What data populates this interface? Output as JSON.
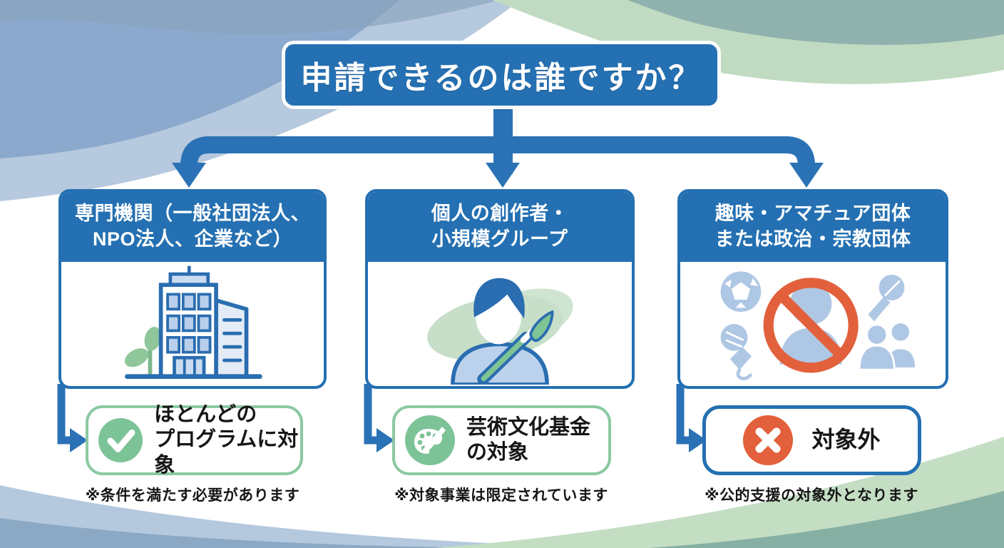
{
  "title": "申請できるのは誰ですか？",
  "columns": [
    {
      "header_line1": "専門機関（一般社団法人、",
      "header_line2": "NPO法人、企業など）",
      "icon": "building-icon",
      "result": {
        "icon": "check-icon",
        "line1": "ほとんどの",
        "line2": "プログラムに対象"
      },
      "footnote": "※条件を満たす必要があります"
    },
    {
      "header_line1": "個人の創作者・",
      "header_line2": "小規模グループ",
      "icon": "artist-icon",
      "result": {
        "icon": "palette-icon",
        "line1": "芸術文化基金",
        "line2": "の対象"
      },
      "footnote": "※対象事業は限定されています"
    },
    {
      "header_line1": "趣味・アマチュア団体",
      "header_line2": "または政治・宗教団体",
      "icon": "prohibited-group-icon",
      "result": {
        "icon": "cross-icon",
        "line1": "対象外",
        "line2": ""
      },
      "footnote": "※公的支援の対象外となります"
    }
  ],
  "colors": {
    "primary_blue": "#2470b2",
    "accent_green": "#7dc398",
    "green_border": "#8bc9a2",
    "alert_orange": "#e2603c",
    "icon_light_blue": "#aec7e4",
    "icon_stroke_blue": "#2a6db0",
    "bg_blue_medium": "#8aa9cc",
    "bg_blue_light": "#b6c9de",
    "bg_green_light": "#c4dec3",
    "bg_teal": "#86b0a3",
    "text_dark": "#161616"
  }
}
